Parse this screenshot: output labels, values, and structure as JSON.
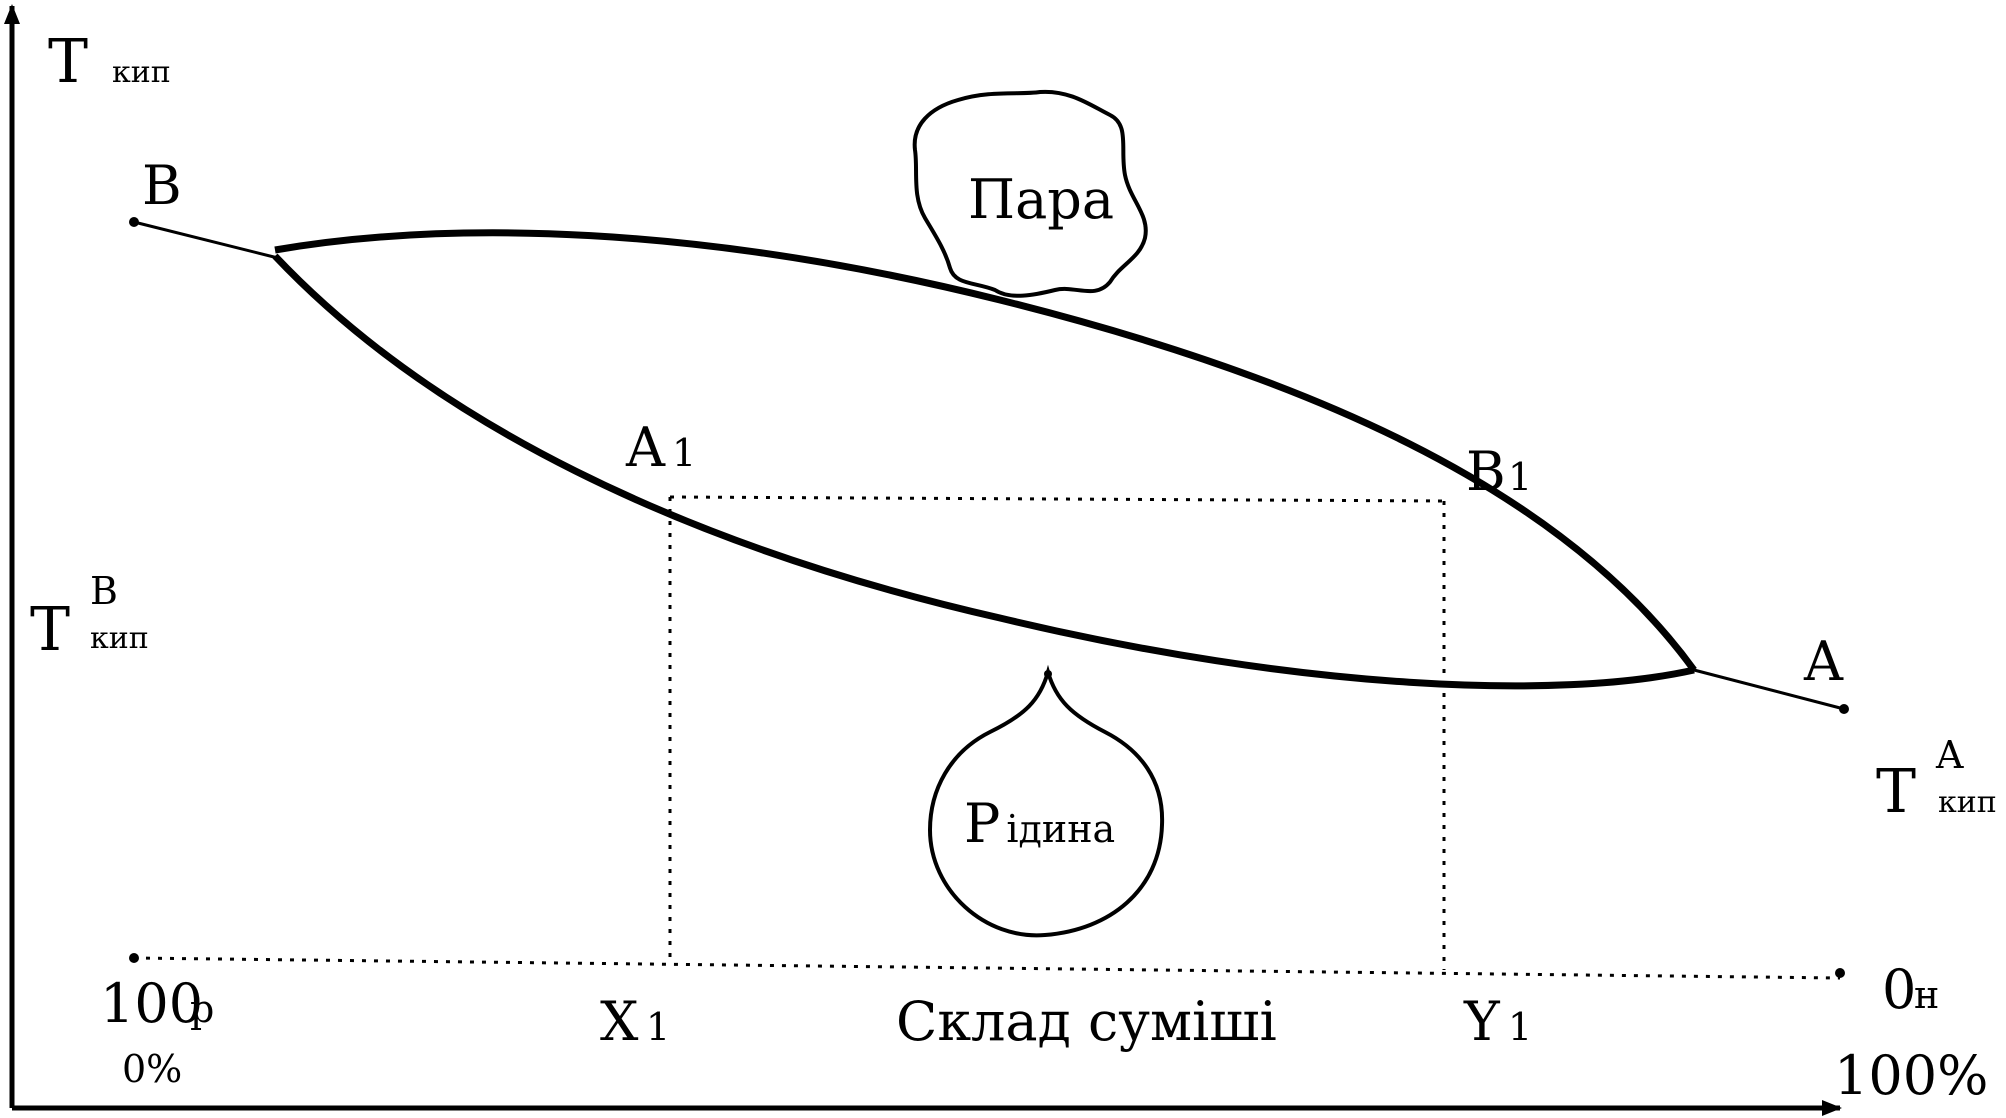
{
  "axes": {
    "y_label_main": "T",
    "y_label_sub": "кип",
    "x_caption": "Склад суміші"
  },
  "left_temp": {
    "main": "T",
    "sup": "B",
    "sub": "кип"
  },
  "right_temp": {
    "main": "T",
    "sup": "A",
    "sub": "кип"
  },
  "points": {
    "B": "B",
    "A": "A",
    "A1_main": "A",
    "A1_sub": "1",
    "B1_main": "B",
    "B1_sub": "1",
    "X1_main": "X",
    "X1_sub": "1",
    "Y1_main": "Y",
    "Y1_sub": "1"
  },
  "scale_left": {
    "value": "100",
    "sub": "р",
    "pct": "0%"
  },
  "scale_right": {
    "value": "0",
    "sub": "н",
    "pct": "100%"
  },
  "regions": {
    "vapor": "Пара",
    "liquid_first": "Р",
    "liquid_rest": "ідина"
  }
}
